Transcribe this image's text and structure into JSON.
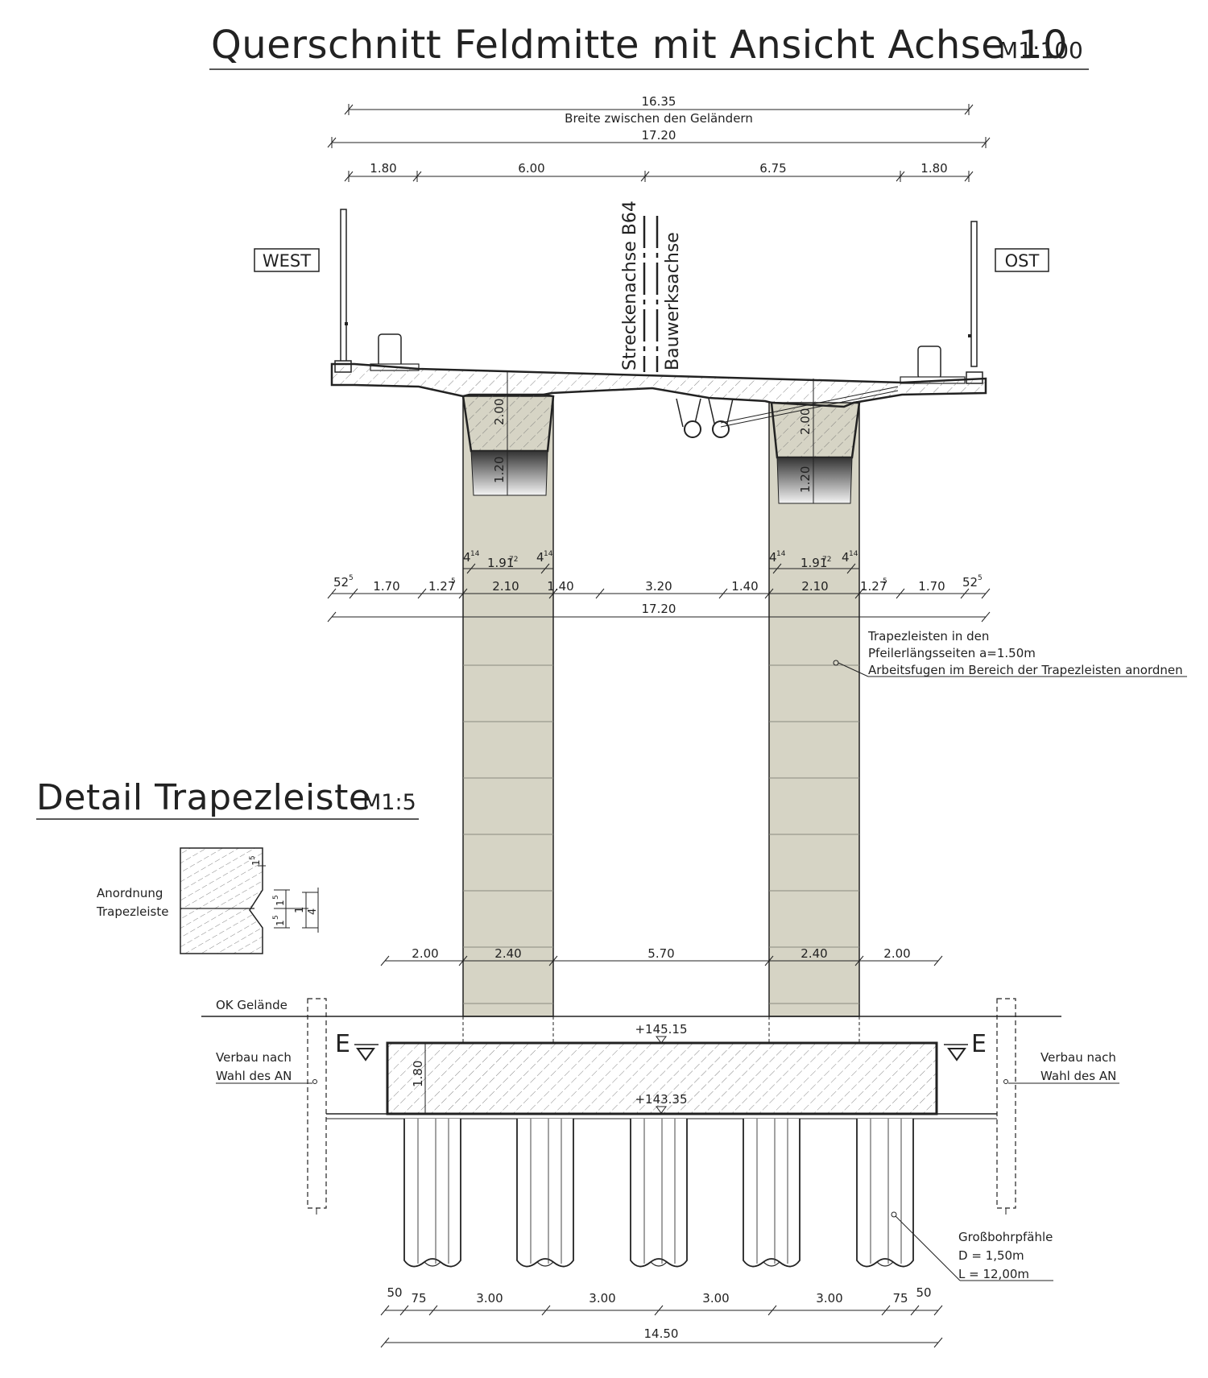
{
  "titles": {
    "main": "Querschnitt Feldmitte mit Ansicht Achse 10",
    "main_scale": "M1:100",
    "detail": "Detail Trapezleiste",
    "detail_scale": "M1:5"
  },
  "labels": {
    "west": "WEST",
    "ost": "OST",
    "strecken_achse": "Streckenachse B64",
    "bauwerks_achse": "Bauwerksachse",
    "breite_label": "Breite zwischen den Geländern",
    "ok_gelaende": "OK Gelände",
    "e_mark": "E",
    "anordnung_1": "Anordnung",
    "anordnung_2": "Trapezleiste"
  },
  "dims_top": {
    "breite": "16.35",
    "total": "17.20",
    "seg1": "1.80",
    "seg2": "6.00",
    "seg3": "6.75",
    "seg4": "1.80"
  },
  "dims_girder": {
    "h_left": "2.00",
    "h_left_lower": "1.20",
    "h_right": "2.00",
    "h_right_lower": "1.20"
  },
  "dims_pier_width": {
    "small_main": "4",
    "small_sup": "14",
    "mid_main": "1.91",
    "mid_sup": "72"
  },
  "dims_row2": {
    "a_main": "52",
    "a_sup": "5",
    "b": "1.70",
    "c_main": "1.27",
    "c_sup": "5",
    "d": "2.10",
    "e": "1.40",
    "f": "3.20",
    "total": "17.20"
  },
  "notes": {
    "trapez_1": "Trapezleisten in den",
    "trapez_2": "Pfeilerlängsseiten a=1.50m",
    "trapez_3": "Arbeitsfugen im Bereich der Trapezleisten anordnen",
    "verbau_1": "Verbau nach",
    "verbau_2": "Wahl des AN",
    "pfahl_1": "Großbohrpfähle",
    "pfahl_2": "D = 1,50m",
    "pfahl_3": "L = 12,00m"
  },
  "dims_foundation_top": {
    "a": "2.00",
    "b": "2.40",
    "c": "5.70"
  },
  "levels": {
    "top": "+145.15",
    "bottom": "+143.35",
    "thickness": "1.80"
  },
  "detail_dims": {
    "d1_main": "1",
    "d1_sup": "5",
    "d2_main": "1",
    "d2_sup": "5",
    "d3": "1",
    "d4": "4"
  },
  "dims_piles": {
    "edge": "50",
    "inner": "75",
    "spacing": "3.00",
    "total": "14.50"
  },
  "colors": {
    "concrete": "#d6d4c5",
    "line": "#222222",
    "hatch": "#555555"
  }
}
